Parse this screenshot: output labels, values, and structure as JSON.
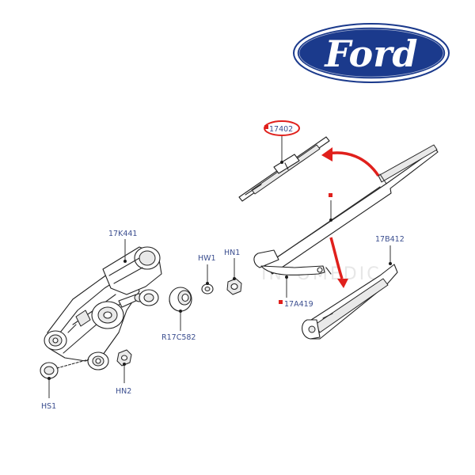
{
  "brand": {
    "name": "Ford",
    "logo_color": "#1b3a8c"
  },
  "watermark": "INFOMEDIC",
  "accent_color": "#e0201c",
  "labels": {
    "blade": "17402",
    "motor": "17K441",
    "washer1": "HW1",
    "nut1": "HN1",
    "arm": "17A419",
    "cover": "17B412",
    "grommet": "R17C582",
    "nut2": "HN2",
    "screw": "HS1"
  }
}
